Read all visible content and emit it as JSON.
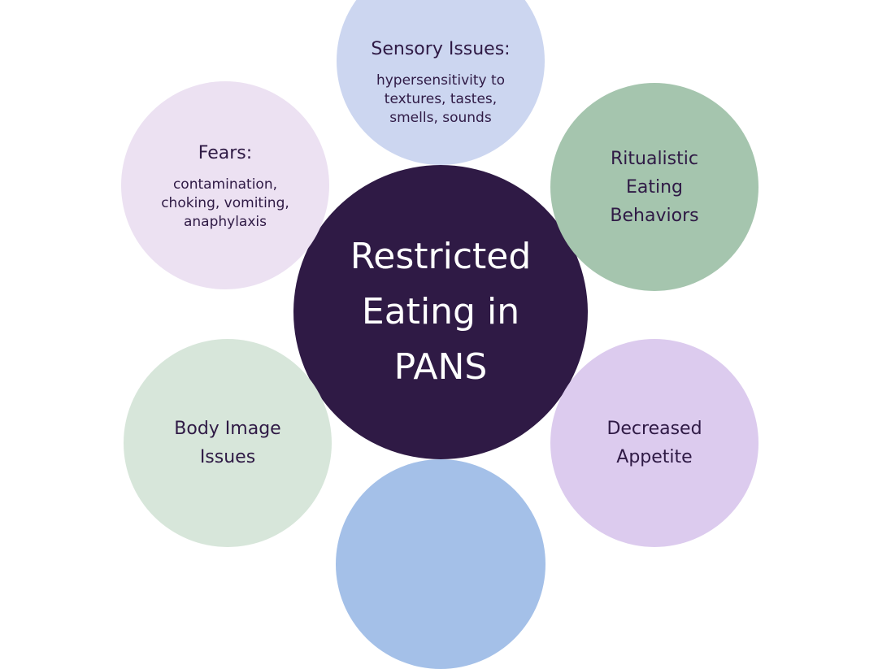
{
  "center": {
    "lines": [
      "Restricted",
      "Eating in",
      "PANS"
    ]
  },
  "sensory": {
    "title": "Sensory Issues:",
    "lines": [
      "hypersensitivity to",
      "textures, tastes,",
      "smells, sounds"
    ]
  },
  "fears": {
    "title": "Fears:",
    "lines": [
      "contamination,",
      "choking, vomiting,",
      "anaphylaxis"
    ]
  },
  "ritualistic": {
    "lines": [
      "Ritualistic",
      "Eating",
      "Behaviors"
    ]
  },
  "body_image": {
    "lines": [
      "Body Image",
      "Issues"
    ]
  },
  "decreased_appetite": {
    "lines": [
      "Decreased",
      "Appetite"
    ]
  },
  "colors": {
    "center": "#2f1a45",
    "sensory": "#ccd6f0",
    "fears": "#ece1f2",
    "ritualistic": "#a5c5ae",
    "body_image": "#d7e6da",
    "decreased_appetite": "#dccbee",
    "bottom": "#a4c0e8"
  }
}
